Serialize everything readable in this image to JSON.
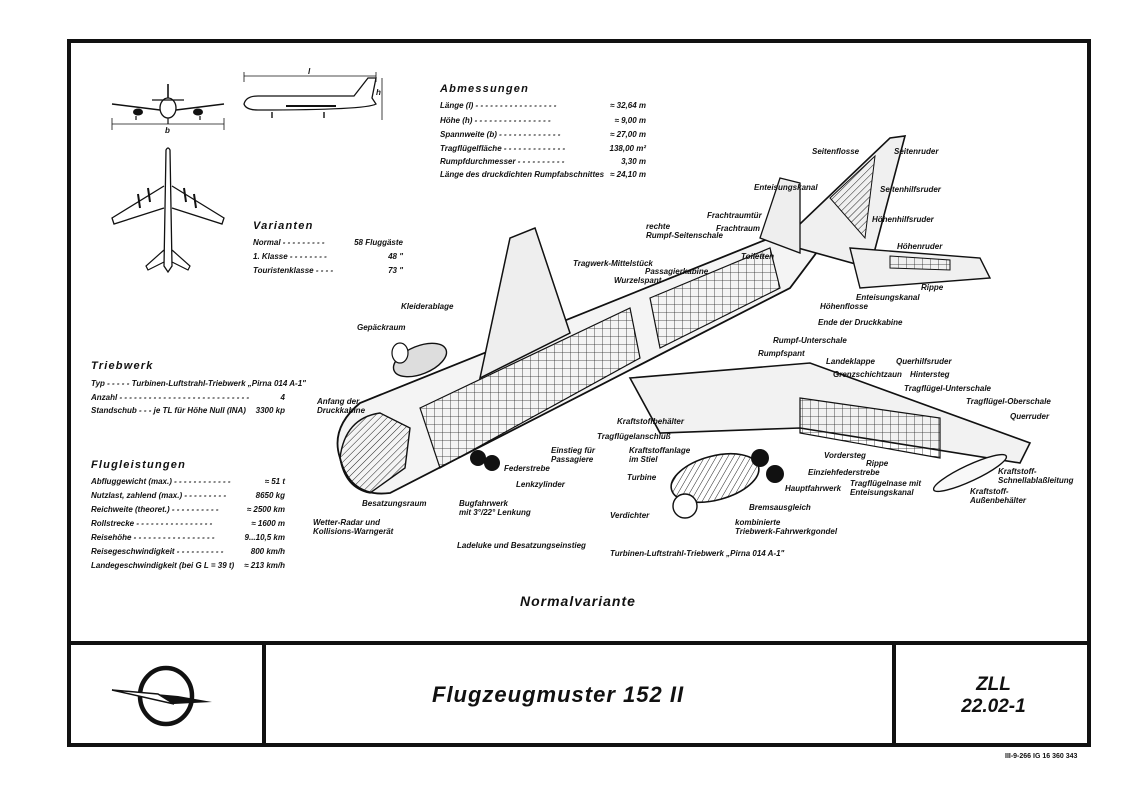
{
  "dimensions": {
    "heading": "Abmessungen",
    "rows": [
      {
        "label": "Länge (l) - - - - - - - - - - - - - - - - -",
        "value": "≈ 32,64 m"
      },
      {
        "label": "Höhe (h) - - - - - - - - - - - - - - - -",
        "value": "≈ 9,00 m"
      },
      {
        "label": "Spannweite (b) - - - - - - - - - - - - -",
        "value": "≈ 27,00 m"
      },
      {
        "label": "Tragflügelfläche - - - - - - - - - - - - -",
        "value": "138,00 m²"
      },
      {
        "label": "Rumpfdurchmesser - - - - - - - - - -",
        "value": "3,30 m"
      },
      {
        "label": "Länge des druckdichten Rumpfabschnittes",
        "value": "≈ 24,10 m"
      }
    ]
  },
  "variants": {
    "heading": "Varianten",
    "rows": [
      {
        "label": "Normal - - - - - - - - -",
        "value": "58 Fluggäste"
      },
      {
        "label": "1. Klasse - - - - - - - -",
        "value": "48  \""
      },
      {
        "label": "Touristenklasse - - - -",
        "value": "73  \""
      }
    ]
  },
  "engine": {
    "heading": "Triebwerk",
    "rows": [
      {
        "label": "Typ - - - - - Turbinen-Luftstrahl-Triebwerk „Pirna 014 A-1\"",
        "value": ""
      },
      {
        "label": "Anzahl - - - - - - - - - - - - - - - - - - - - - - - - - - -",
        "value": "4"
      },
      {
        "label": "Standschub - - - je TL für Höhe Null (INA)",
        "value": "3300 kp"
      }
    ]
  },
  "performance": {
    "heading": "Flugleistungen",
    "rows": [
      {
        "label": "Abfluggewicht (max.) - - - - - - - - - - - -",
        "value": "≈ 51 t"
      },
      {
        "label": "Nutzlast, zahlend (max.) - - - - - - - - -",
        "value": "8650 kg"
      },
      {
        "label": "Reichweite (theoret.) - - - - - - - - - -",
        "value": "≈ 2500 km"
      },
      {
        "label": "Rollstrecke - - - - - - - - - - - - - - - -",
        "value": "≈ 1600 m"
      },
      {
        "label": "Reisehöhe - - - - - - - - - - - - - - - - -",
        "value": "9...10,5 km"
      },
      {
        "label": "Reisegeschwindigkeit - - - - - - - - - -",
        "value": "800 km/h"
      },
      {
        "label": "Landegeschwindigkeit (bei G L = 39 t)",
        "value": "≈ 213 km/h"
      }
    ]
  },
  "three_view": {
    "l": "l",
    "h": "h",
    "b": "b"
  },
  "callouts": {
    "seitenflosse": "Seitenflosse",
    "seitenruder": "Seitenruder",
    "enteisungskanal_top": "Enteisungskanal",
    "seitenhilfsruder": "Seitenhilfsruder",
    "hoehenhilfsruder": "Höhenhilfsruder",
    "frachtraumtuer": "Frachtraumtür",
    "frachtraum": "Frachtraum",
    "rechte_rumpf": [
      "rechte",
      "Rumpf-Seitenschale"
    ],
    "hoehenruder": "Höhenruder",
    "toiletten": "Toiletten",
    "tragwerk_mittelstueck": "Tragwerk-Mittelstück",
    "passagierkabine": "Passagierkabine",
    "wurzelspant": "Wurzelspant",
    "enteisungskanal_mid": "Enteisungskanal",
    "rippe_top": "Rippe",
    "hoehenflosse": "Höhenflosse",
    "kleiderablage": "Kleiderablage",
    "ende_druckkabine": "Ende der Druckkabine",
    "gepaeckraum": "Gepäckraum",
    "rumpf_unterschale": "Rumpf-Unterschale",
    "rumpfspant": "Rumpfspant",
    "landeklappe": "Landeklappe",
    "querhilfsruder": "Querhilfsruder",
    "grenzschichtzaun": "Grenzschichtzaun",
    "hintersteg": "Hintersteg",
    "tragfluegel_unterschale": "Tragflügel-Unterschale",
    "anfang_druckkabine": [
      "Anfang der",
      "Druckkabine"
    ],
    "tragfluegel_oberschale": "Tragflügel-Oberschale",
    "querruder": "Querruder",
    "kraftstoffbehaelter": "Kraftstoffbehälter",
    "tragfluegelanschluss": "Tragflügelanschluß",
    "einstieg": [
      "Einstieg für",
      "Passagiere"
    ],
    "kraftstoffanlage": [
      "Kraftstoffanlage",
      "im Stiel"
    ],
    "vordersteg": "Vordersteg",
    "rippe_bottom": "Rippe",
    "federstrebe": "Federstrebe",
    "einziehfederstrebe": "Einziehfederstrebe",
    "kraftstoff_schnell": [
      "Kraftstoff-",
      "Schnellablaßleitung"
    ],
    "turbine": "Turbine",
    "lenkzylinder": "Lenkzylinder",
    "hauptfahrwerk": "Hauptfahrwerk",
    "tragfluegelnase": [
      "Tragflügelnase mit",
      "Enteisungskanal"
    ],
    "kraftstoff_aussen": [
      "Kraftstoff-",
      "Außenbehälter"
    ],
    "besatzungsraum": "Besatzungsraum",
    "bugfahrwerk": [
      "Bugfahrwerk",
      "mit 3°/22° Lenkung"
    ],
    "bremsausgleich": "Bremsausgleich",
    "verdichter": "Verdichter",
    "wetter_radar": [
      "Wetter-Radar und",
      "Kollisions-Warngerät"
    ],
    "kombinierte": [
      "kombinierte",
      "Triebwerk-Fahrwerkgondel"
    ],
    "ladeluke": "Ladeluke und Besatzungseinstieg",
    "turbinen_triebwerk": "Turbinen-Luftstrahl-Triebwerk „Pirna 014 A-1\""
  },
  "caption": "Normalvariante",
  "title_block": {
    "title": "Flugzeugmuster 152 II",
    "code_line1": "ZLL",
    "code_line2": "22.02-1",
    "logo": "wing-logo"
  },
  "footnote": "III-9-266 IG 16 360 343"
}
